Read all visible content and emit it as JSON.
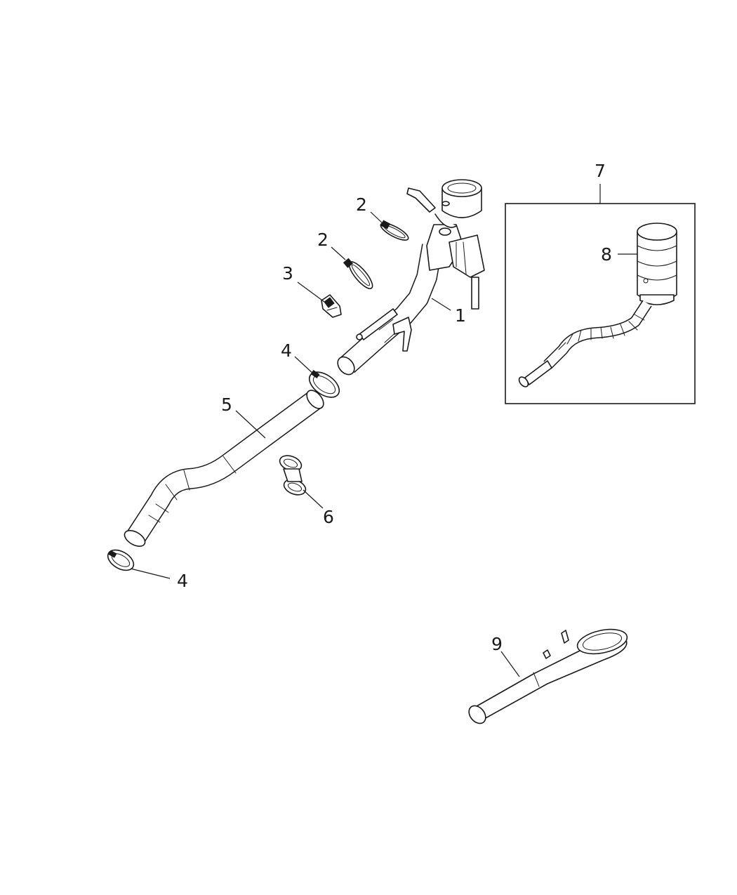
{
  "callouts": {
    "c1": "1",
    "c2a": "2",
    "c2b": "2",
    "c3": "3",
    "c4a": "4",
    "c4b": "4",
    "c5": "5",
    "c6": "6",
    "c7": "7",
    "c8": "8",
    "c9": "9"
  },
  "colors": {
    "line": "#1a1a1a",
    "background": "#ffffff",
    "shade": "#d9d9d9"
  }
}
